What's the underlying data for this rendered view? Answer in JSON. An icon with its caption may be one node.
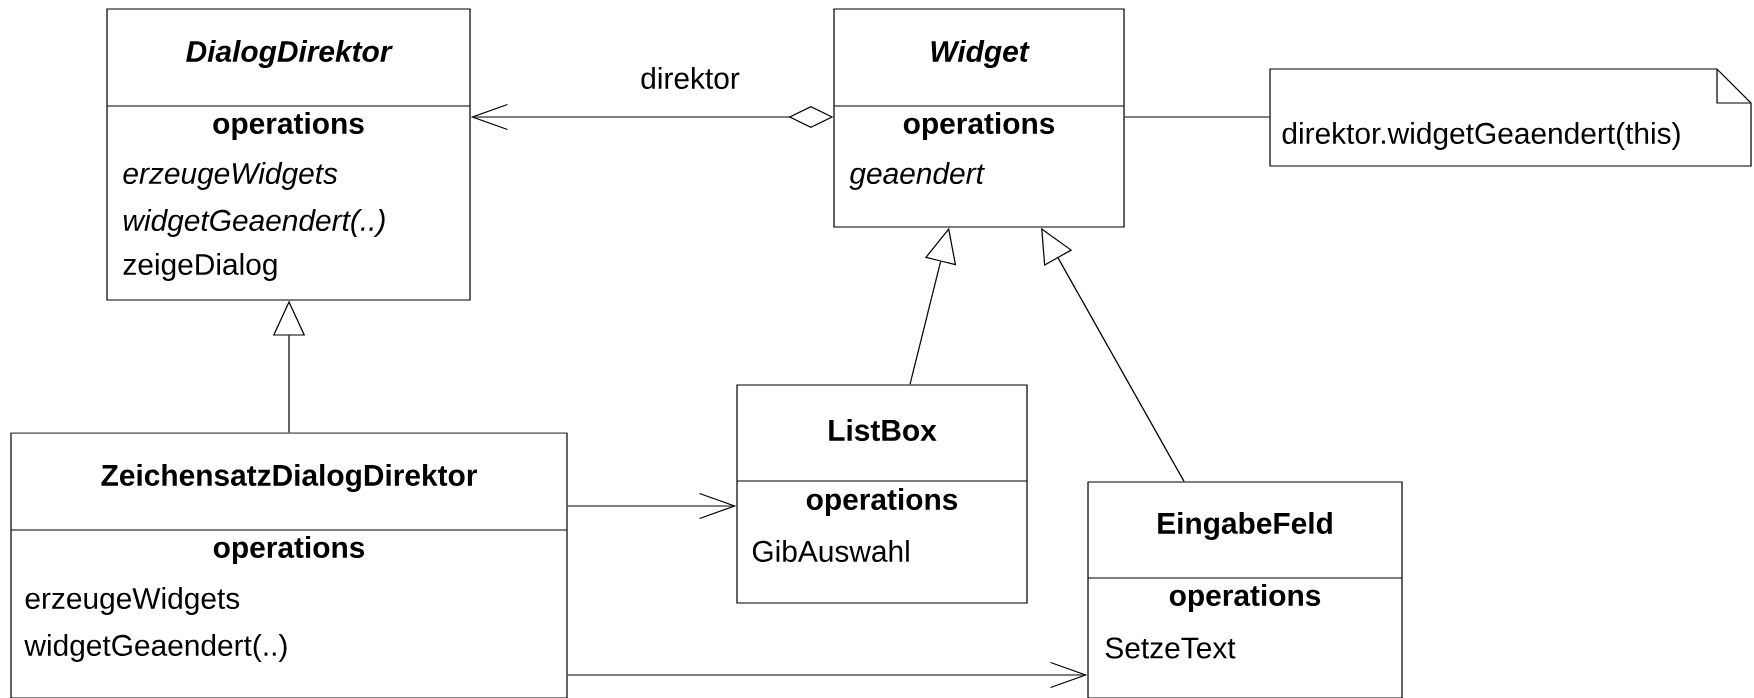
{
  "diagram": {
    "nodes": [
      {
        "text": [
          "DialogDirektor",
          "operations",
          "erzeugeWidgets",
          "widgetGeaendert(..)",
          "zeigeDialog"
        ]
      },
      {
        "text": [
          "Widget",
          "operations",
          "geaendert"
        ]
      },
      {
        "text": [
          "direktor.widgetGeaendert(this)"
        ]
      },
      {
        "text": [
          "ListBox",
          "operations",
          "GibAuswahl"
        ]
      },
      {
        "text": [
          "ZeichensatzDialogDirektor",
          "operations",
          "erzeugeWidgets",
          "widgetGeaendert(..)"
        ]
      },
      {
        "text": [
          "EingabeFeld",
          "operations",
          "SetzeText"
        ]
      }
    ],
    "edges": [
      {
        "from": 1,
        "to": 0,
        "arrow": "to",
        "label": "direktor"
      },
      {
        "from": 1,
        "to": 2,
        "arrow": "none"
      },
      {
        "from": 4,
        "to": 0,
        "arrow": "to"
      },
      {
        "from": 3,
        "to": 1,
        "arrow": "to"
      },
      {
        "from": 5,
        "to": 1,
        "arrow": "to"
      },
      {
        "from": 4,
        "to": 3,
        "arrow": "to"
      },
      {
        "from": 4,
        "to": 5,
        "arrow": "to"
      }
    ]
  }
}
